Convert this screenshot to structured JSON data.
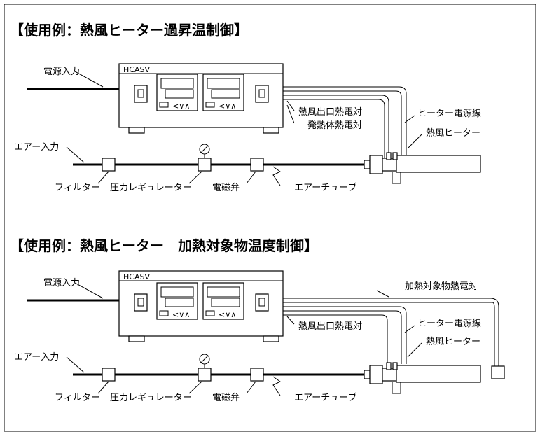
{
  "diagram1": {
    "title": "【使用例：熱風ヒーター過昇温制御】",
    "controller_label": "HCASV",
    "power_input": "電源入力",
    "air_input": "エアー入力",
    "hot_air_thermocouple": "熱風出口熱電対",
    "heater_thermocouple": "発熱体熱電対",
    "heater_power_line": "ヒーター電源線",
    "hot_air_heater": "熱風ヒーター",
    "filter": "フィルター",
    "pressure_regulator": "圧力レギュレーター",
    "solenoid_valve": "電磁弁",
    "air_tube": "エアーチューブ"
  },
  "diagram2": {
    "title": "【使用例：熱風ヒーター　加熱対象物温度制御】",
    "controller_label": "HCASV",
    "power_input": "電源入力",
    "air_input": "エアー入力",
    "target_thermocouple": "加熱対象物熱電対",
    "hot_air_thermocouple": "熱風出口熱電対",
    "heater_power_line": "ヒーター電源線",
    "hot_air_heater": "熱風ヒーター",
    "filter": "フィルター",
    "pressure_regulator": "圧力レギュレーター",
    "solenoid_valve": "電磁弁",
    "air_tube": "エアーチューブ"
  }
}
